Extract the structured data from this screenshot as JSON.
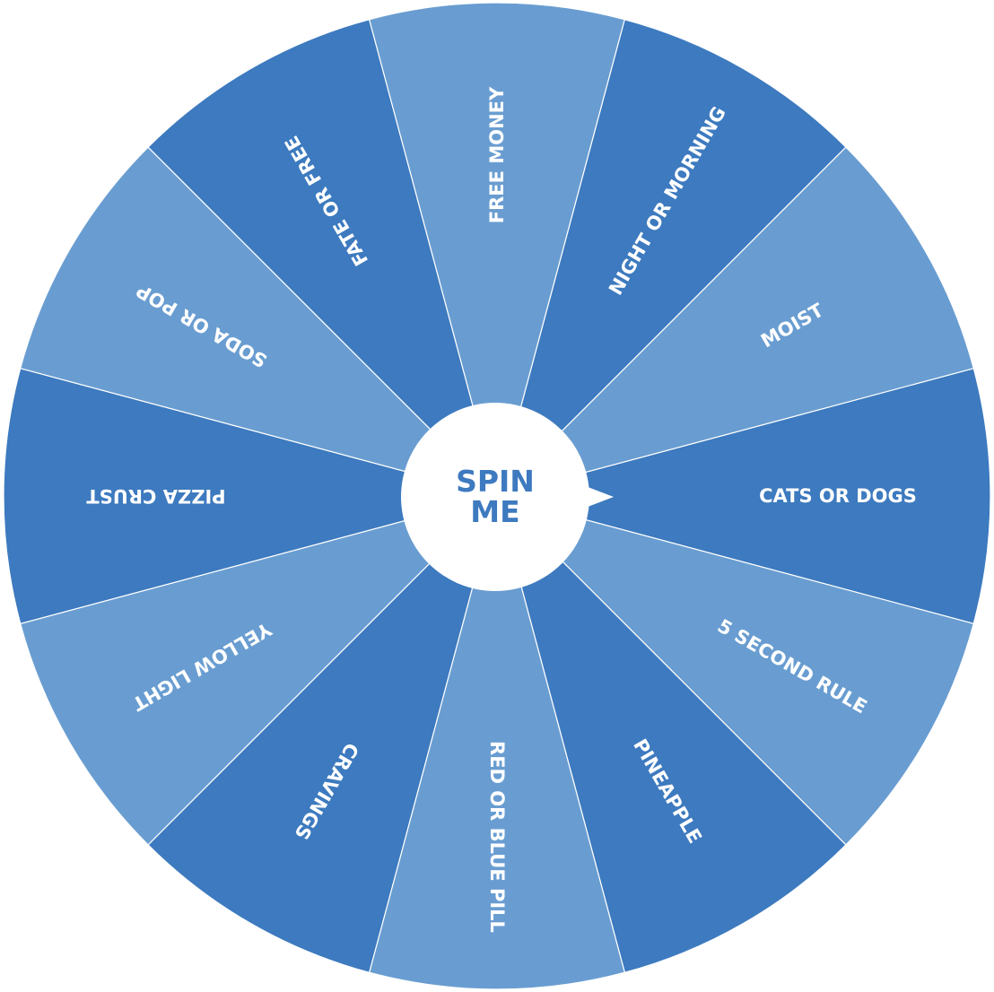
{
  "wheel": {
    "colors": {
      "dark": "#3d7abf",
      "light": "#699dd1",
      "divider": "#ffffff",
      "label": "#ffffff"
    },
    "slices": [
      {
        "label": "CATS OR DOGS",
        "shade": "dark"
      },
      {
        "label": "5 SECOND RULE",
        "shade": "light"
      },
      {
        "label": "PINEAPPLE",
        "shade": "dark"
      },
      {
        "label": "RED OR BLUE PILL",
        "shade": "light"
      },
      {
        "label": "CRAVINGS",
        "shade": "dark"
      },
      {
        "label": "YELLOW LIGHT",
        "shade": "light"
      },
      {
        "label": "PIZZA CRUST",
        "shade": "dark"
      },
      {
        "label": "SODA OR POP",
        "shade": "light"
      },
      {
        "label": "FATE OR FREE",
        "shade": "dark"
      },
      {
        "label": "FREE MONEY",
        "shade": "light"
      },
      {
        "label": "NIGHT OR MORNING",
        "shade": "dark"
      },
      {
        "label": "MOIST",
        "shade": "light"
      }
    ]
  },
  "spin_button": {
    "line1": "SPIN",
    "line2": "ME",
    "text_color": "#3d7abf"
  },
  "pointer": {
    "icon": "triangle-pointer-icon",
    "direction": "right"
  }
}
